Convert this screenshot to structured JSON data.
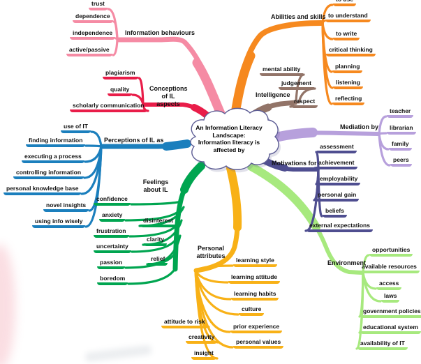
{
  "title": "An Information Literacy Landscape mind map",
  "center": {
    "text": "An Information Literacy\nLandscape:\nInformation literacy is\naffected by"
  },
  "branches": [
    {
      "id": "information-behaviours",
      "label": "Information behaviours",
      "color": "#F58BA4",
      "children": [
        "trust",
        "dependence",
        "independence",
        "active/passive"
      ]
    },
    {
      "id": "conceptions-of-il-aspects",
      "label": "Conceptions\nof IL aspects",
      "color": "#E91D49",
      "children": [
        "plagiarism",
        "quality",
        "scholarly communication"
      ]
    },
    {
      "id": "perceptions-of-il-as",
      "label": "Perceptions of IL as",
      "color": "#1B7FBD",
      "children": [
        "use of IT",
        "finding information",
        "executing a process",
        "controlling information",
        "personal knowledge base",
        "novel insights",
        "using info wisely"
      ]
    },
    {
      "id": "feelings-about-il",
      "label": "Feelings\nabout IL",
      "color": "#00A550",
      "children": [
        "confidence",
        "anxiety",
        "frustration",
        "uncertainty",
        "passion",
        "boredom",
        "disinterest",
        "clarity",
        "relief"
      ]
    },
    {
      "id": "abilities-and-skills",
      "label": "Abilities and skills",
      "color": "#F6891F",
      "children": [
        "to use",
        "to understand",
        "to write",
        "critical thinking",
        "planning",
        "listening",
        "reflecting"
      ]
    },
    {
      "id": "intelligence",
      "label": "Intelligence",
      "color": "#927468",
      "children": [
        "mental ability",
        "judgement",
        "respect"
      ]
    },
    {
      "id": "mediation-by",
      "label": "Mediation by",
      "color": "#B7A0DC",
      "children": [
        "teacher",
        "librarian",
        "family",
        "peers"
      ]
    },
    {
      "id": "motivations-for",
      "label": "Motivations for",
      "color": "#4F4E90",
      "children": [
        "assessment",
        "achievement",
        "employability",
        "personal gain",
        "beliefs",
        "external expectations"
      ]
    },
    {
      "id": "personal-attributes",
      "label": "Personal\nattributes",
      "color": "#F8B117",
      "children": [
        "learning style",
        "learning attitude",
        "learning habits",
        "culture",
        "prior experience",
        "personal values",
        "attitude to risk",
        "creativity",
        "insight"
      ]
    },
    {
      "id": "environment",
      "label": "Environment",
      "color": "#A7E97E",
      "children": [
        "opportunities",
        "available resources",
        "access",
        "laws",
        "government policies",
        "educational system",
        "availability of IT"
      ]
    }
  ],
  "cloud": {
    "fill": "#FFFFFF",
    "stroke": "#5C5C94"
  }
}
